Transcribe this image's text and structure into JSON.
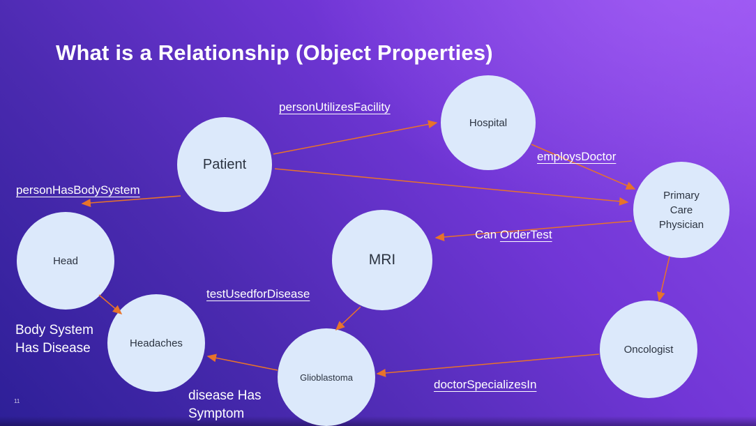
{
  "slide": {
    "title": "What is a Relationship (Object Properties)",
    "page_number": "11"
  },
  "colors": {
    "background_light": "#8F4BEA",
    "background_dark": "#2D1F97",
    "node_fill": "#DCE9FB",
    "node_text": "#2B3340",
    "arrow": "#E8732A",
    "label_text": "#FFFFFF"
  },
  "nodes": {
    "patient": {
      "label": "Patient"
    },
    "hospital": {
      "label": "Hospital"
    },
    "primary_care_physician": {
      "label": "Primary\nCare\nPhysician"
    },
    "head": {
      "label": "Head"
    },
    "mri": {
      "label": "MRI"
    },
    "headaches": {
      "label": "Headaches"
    },
    "glioblastoma": {
      "label": "Glioblastoma"
    },
    "oncologist": {
      "label": "Oncologist"
    }
  },
  "edge_labels": {
    "person_utilizes_facility": {
      "text": "personUtilizesFacility"
    },
    "employs_doctor": {
      "text": "employsDoctor"
    },
    "person_has_body_system": {
      "text": "personHasBodySystem"
    },
    "can_order_test": {
      "prefix": "Can ",
      "text": "OrderTest"
    },
    "test_used_for_disease": {
      "text": "testUsedforDisease"
    },
    "doctor_specializes_in": {
      "text": "doctorSpecializesIn"
    },
    "body_system_has_disease": {
      "text": "Body System\nHas Disease"
    },
    "disease_has_symptom": {
      "text": "disease Has\nSymptom"
    }
  },
  "edges": [
    {
      "from": "Patient",
      "to": "Hospital",
      "label": "personUtilizesFacility"
    },
    {
      "from": "Patient",
      "to": "Primary Care Physician",
      "label": ""
    },
    {
      "from": "Hospital",
      "to": "Primary Care Physician",
      "label": "employsDoctor"
    },
    {
      "from": "Primary Care Physician",
      "to": "MRI",
      "label": "Can OrderTest"
    },
    {
      "from": "Primary Care Physician",
      "to": "Oncologist",
      "label": ""
    },
    {
      "from": "Oncologist",
      "to": "Glioblastoma",
      "label": "doctorSpecializesIn"
    },
    {
      "from": "MRI",
      "to": "Glioblastoma",
      "label": "testUsedforDisease"
    },
    {
      "from": "Patient",
      "to": "Head",
      "label": "personHasBodySystem"
    },
    {
      "from": "Head",
      "to": "Headaches",
      "label": "Body System Has Disease"
    },
    {
      "from": "Glioblastoma",
      "to": "Headaches",
      "label": "disease Has Symptom"
    }
  ]
}
